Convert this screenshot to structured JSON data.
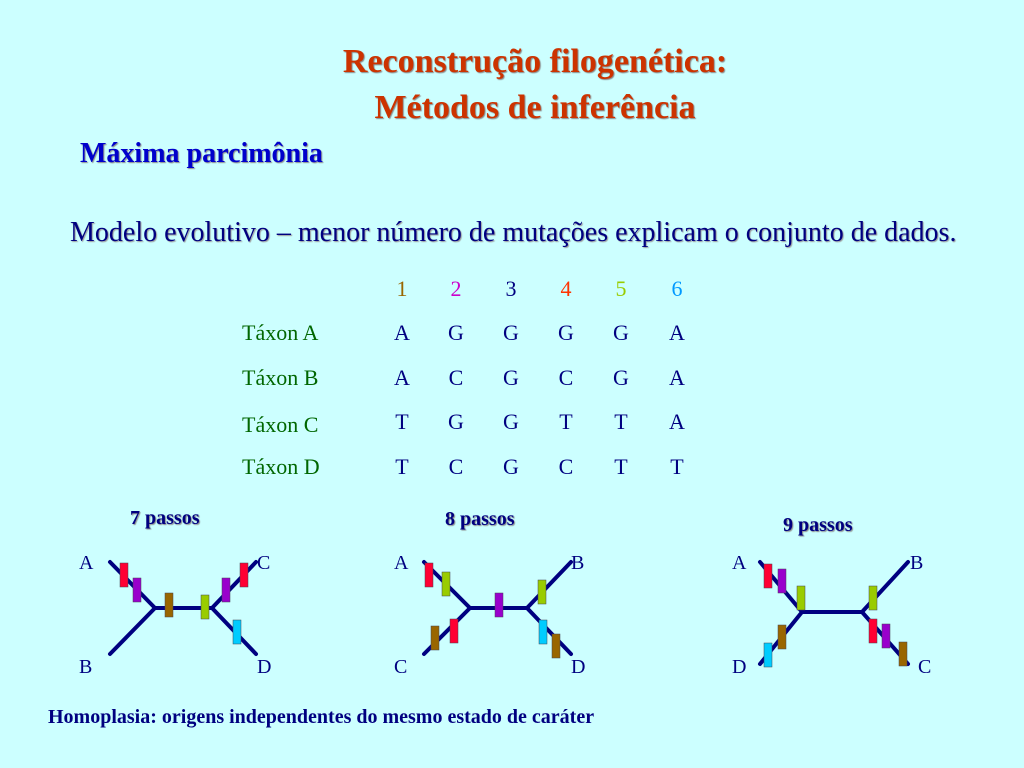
{
  "title": {
    "line1": "Reconstrução filogenética:",
    "line2": "Métodos de inferência"
  },
  "subtitle": "Máxima parcimônia",
  "description": "Modelo evolutivo – menor número de mutações explicam o conjunto de dados.",
  "matrix": {
    "columns": [
      {
        "label": "1",
        "color": "#996600"
      },
      {
        "label": "2",
        "color": "#cc00cc"
      },
      {
        "label": "3",
        "color": "#000080"
      },
      {
        "label": "4",
        "color": "#ff3300"
      },
      {
        "label": "5",
        "color": "#99cc00"
      },
      {
        "label": "6",
        "color": "#0099ff"
      }
    ],
    "rows": [
      {
        "taxon": "Táxon A",
        "values": [
          "A",
          "G",
          "G",
          "G",
          "G",
          "A"
        ]
      },
      {
        "taxon": "Táxon B",
        "values": [
          "A",
          "C",
          "G",
          "C",
          "G",
          "A"
        ]
      },
      {
        "taxon": "Táxon C",
        "values": [
          "T",
          "G",
          "G",
          "T",
          "T",
          "A"
        ]
      },
      {
        "taxon": "Táxon D",
        "values": [
          "T",
          "C",
          "G",
          "C",
          "T",
          "T"
        ]
      }
    ]
  },
  "trees": [
    {
      "steps": "7 passos",
      "leaves": {
        "top_left": "A",
        "top_right": "C",
        "bottom_left": "B",
        "bottom_right": "D"
      }
    },
    {
      "steps": "8 passos",
      "leaves": {
        "top_left": "A",
        "top_right": "B",
        "bottom_left": "C",
        "bottom_right": "D"
      }
    },
    {
      "steps": "9 passos",
      "leaves": {
        "top_left": "A",
        "top_right": "B",
        "bottom_left": "D",
        "bottom_right": "C"
      }
    }
  ],
  "colors": {
    "branch": "#000080",
    "char1": "#996600",
    "char2": "#9900cc",
    "char4": "#ff0033",
    "char5": "#99cc00",
    "char6": "#00ccff"
  },
  "footer": "Homoplasia: origens independentes do mesmo estado de caráter"
}
